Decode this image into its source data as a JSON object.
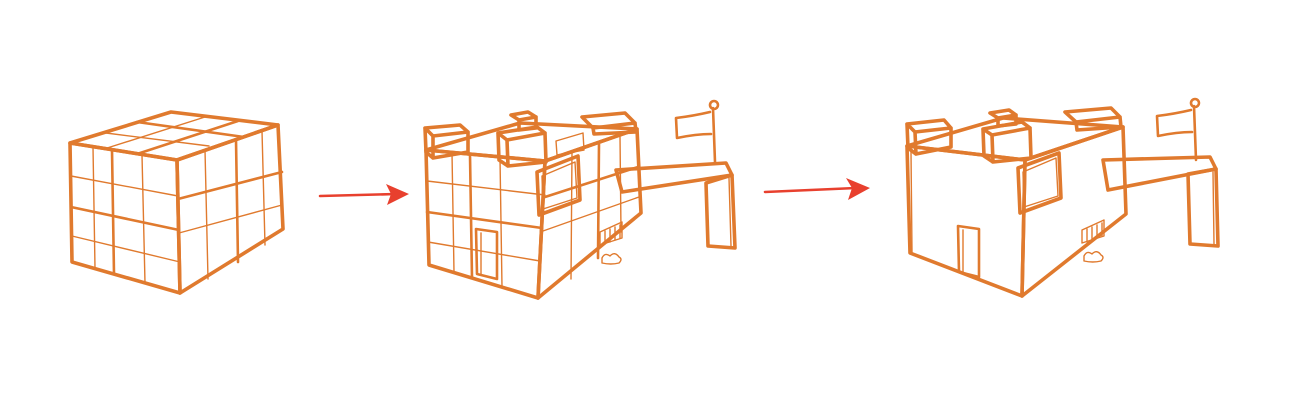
{
  "colors": {
    "stroke": "#e07a2e",
    "stroke_light": "#f2c8a8",
    "arrow": "#e8402e",
    "face_fill": "#ffffff"
  },
  "stages": [
    {
      "name": "grid-cube"
    },
    {
      "name": "partial-castle"
    },
    {
      "name": "finished-castle"
    }
  ],
  "arrows": [
    {
      "name": "arrow-1"
    },
    {
      "name": "arrow-2"
    }
  ]
}
